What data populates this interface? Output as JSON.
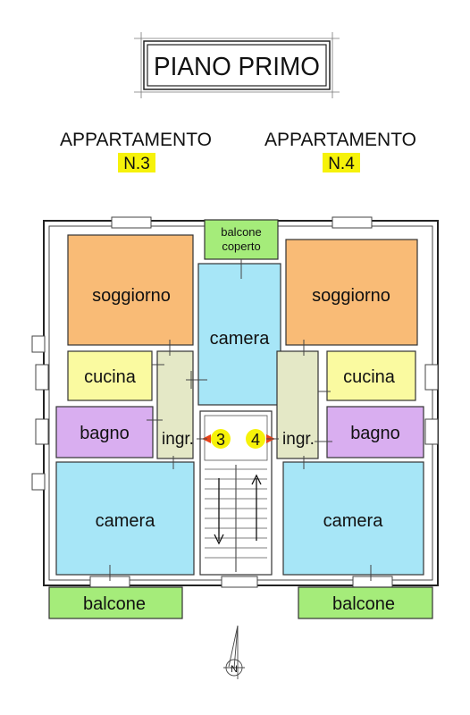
{
  "title": "PIANO PRIMO",
  "apartments": [
    {
      "heading": "APPARTAMENTO",
      "number": "N.3"
    },
    {
      "heading": "APPARTAMENTO",
      "number": "N.4"
    }
  ],
  "rooms": {
    "balcone_coperto_1": "balcone",
    "balcone_coperto_2": "coperto",
    "soggiorno_left": "soggiorno",
    "soggiorno_right": "soggiorno",
    "camera_center": "camera",
    "cucina_left": "cucina",
    "cucina_right": "cucina",
    "bagno_left": "bagno",
    "bagno_right": "bagno",
    "ingr_left": "ingr.",
    "ingr_right": "ingr.",
    "camera_left": "camera",
    "camera_right": "camera",
    "balcone_left": "balcone",
    "balcone_right": "balcone"
  },
  "door_badges": [
    "3",
    "4"
  ],
  "compass_letter": "N",
  "colors": {
    "soggiorno": "#f9bb76",
    "camera": "#a7e6f7",
    "cucina": "#fafaa0",
    "bagno": "#d9aef0",
    "ingresso": "#e4e8c6",
    "balcone": "#a5ec7a",
    "badge": "#f6f20a",
    "highlight": "#f6f20a"
  }
}
